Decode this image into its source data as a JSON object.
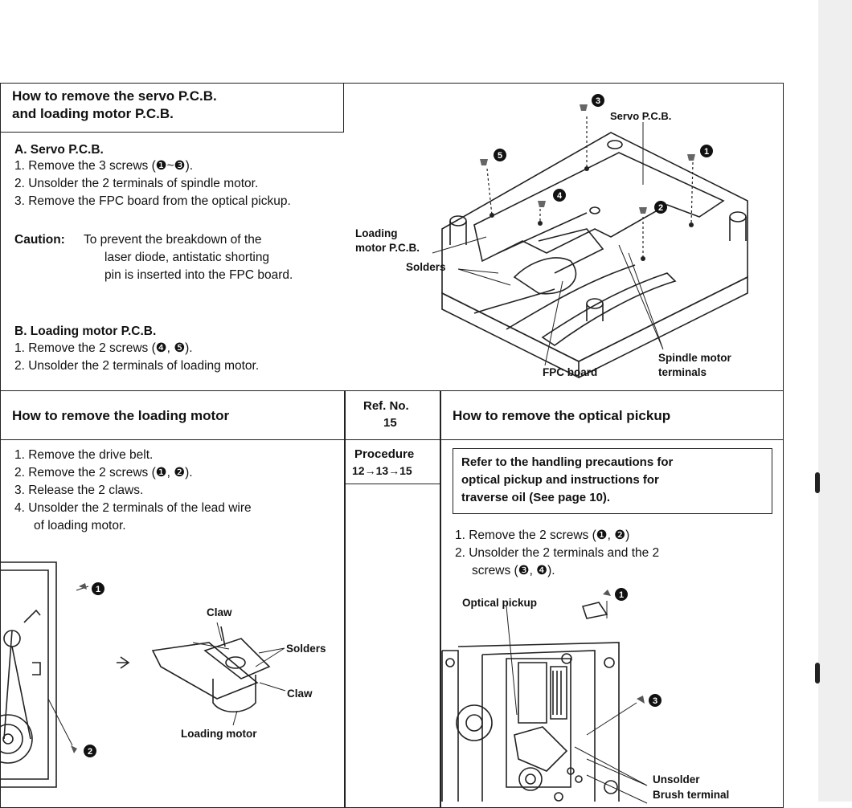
{
  "section_servo": {
    "heading_line1": "How to remove the servo P.C.B.",
    "heading_line2": "and loading motor P.C.B.",
    "part_a_title": "A. Servo P.C.B.",
    "part_a_steps": [
      "1. Remove the 3 screws (❶~❸).",
      "2. Unsolder the 2 terminals of spindle motor.",
      "3. Remove the FPC board from the optical pickup."
    ],
    "caution_label": "Caution:",
    "caution_lines": [
      "To prevent the breakdown of the",
      "laser diode, antistatic shorting",
      "pin is inserted into the FPC board."
    ],
    "part_b_title": "B. Loading motor P.C.B.",
    "part_b_steps": [
      "1. Remove the 2 screws (❹, ❺).",
      "2. Unsolder the 2 terminals of loading motor."
    ],
    "figure_labels": {
      "servo_pcb": "Servo P.C.B.",
      "loading_motor_pcb_1": "Loading",
      "loading_motor_pcb_2": "motor P.C.B.",
      "solders": "Solders",
      "fpc_board": "FPC board",
      "spindle_terminals_1": "Spindle motor",
      "spindle_terminals_2": "terminals"
    },
    "screw_numbers": [
      "3",
      "5",
      "1",
      "4",
      "2"
    ]
  },
  "section_loading_motor": {
    "heading": "How to remove the loading motor",
    "steps": [
      "1. Remove the drive belt.",
      "2. Remove the 2 screws (❶, ❷).",
      "3. Release the 2 claws.",
      "4. Unsolder the 2 terminals of the lead wire",
      "of loading motor."
    ],
    "figure_labels": {
      "claw_top": "Claw",
      "solders": "Solders",
      "claw_right": "Claw",
      "loading_motor": "Loading motor"
    },
    "screw_numbers": [
      "1",
      "2"
    ]
  },
  "reference": {
    "ref_label": "Ref. No.",
    "ref_number": "15",
    "procedure_label": "Procedure",
    "procedure_value": "12→13→15"
  },
  "section_optical": {
    "heading": "How to remove the optical pickup",
    "note_lines": [
      "Refer to the handling precautions for",
      "optical pickup and instructions for",
      "traverse oil (See page 10)."
    ],
    "steps": [
      "1. Remove the 2 screws (❶, ❷)",
      "2. Unsolder the 2 terminals and the 2",
      "screws (❸, ❹)."
    ],
    "figure_labels": {
      "optical_pickup": "Optical pickup",
      "unsolder": "Unsolder",
      "brush_terminal": "Brush terminal"
    },
    "screw_numbers": [
      "1",
      "3"
    ]
  }
}
